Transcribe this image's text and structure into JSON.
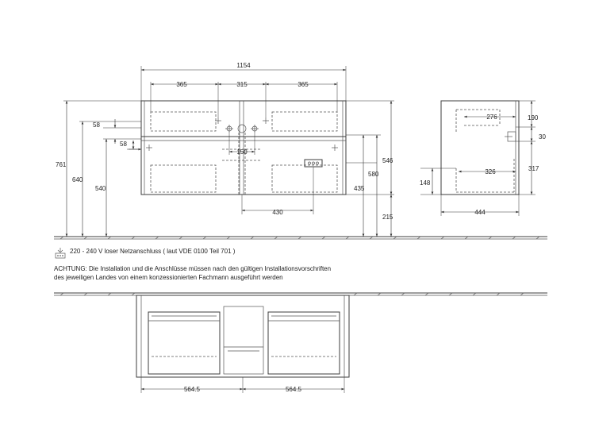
{
  "dimensions": {
    "overall_width": "1154",
    "width_left": "365",
    "width_middle": "315",
    "width_right": "365",
    "height_761": "761",
    "height_640": "640",
    "height_540": "540",
    "offset_58_top": "58",
    "offset_58_side": "58",
    "spacing_150": "150",
    "spacing_430": "430",
    "height_580": "580",
    "height_435": "435",
    "height_546": "546",
    "height_215": "215",
    "side_width_276": "276",
    "side_height_190": "190",
    "side_offset_30": "30",
    "side_width_326": "326",
    "side_height_317": "317",
    "side_height_148": "148",
    "side_depth_444": "444",
    "plan_width_left": "564.5",
    "plan_width_right": "564.5"
  },
  "notes": {
    "power_line": "220 - 240 V loser Netzanschluss ( laut VDE 0100 Teil 701 )",
    "warning_line1": "ACHTUNG: Die Installation und die Anschlüsse müssen nach den gültigen Installationsvorschriften",
    "warning_line2": "des jeweiligen Landes von einem konzessionierten Fachmann ausgeführt werden"
  },
  "icons": {
    "power_icon": "electrical-connection-icon"
  }
}
